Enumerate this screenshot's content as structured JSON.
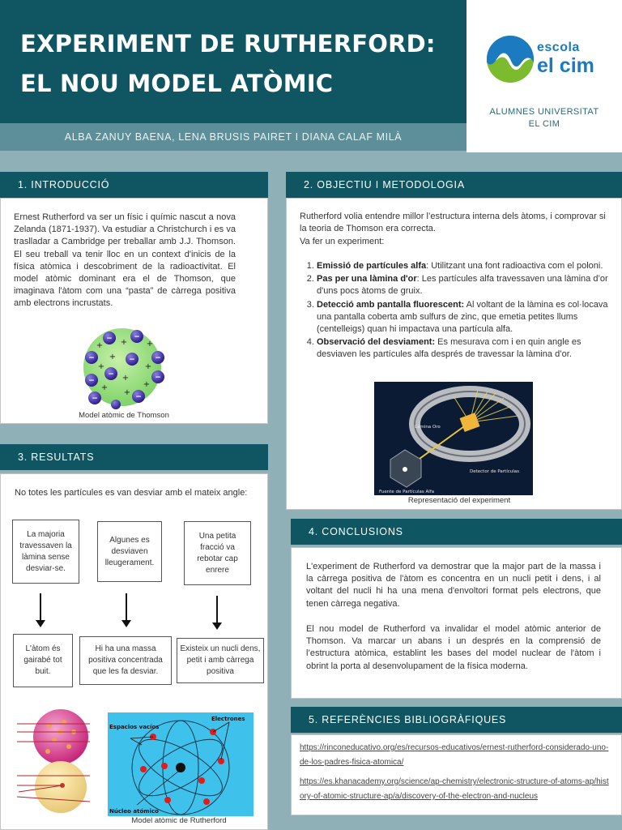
{
  "header": {
    "title_line1": "EXPERIMENT DE RUTHERFORD:",
    "title_line2": "EL NOU MODEL ATÒMIC",
    "authors": "ALBA ZANUY BAENA, LENA BRUSIS PAIRET I DIANA CALAF MILÀ",
    "logo_escola": "escola",
    "logo_elcim": "el cim",
    "affiliation_line1": "ALUMNES UNIVERSITAT",
    "affiliation_line2": "EL CIM"
  },
  "intro": {
    "heading": "1. INTRODUCCIÓ",
    "text": "Ernest Rutherford va ser un físic i químic nascut a nova Zelanda (1871-1937). Va estudiar a Christchurch i es va traslladar a Cambridge per treballar amb J.J. Thomson. El seu treball va tenir lloc en un context d'inicis de la física atòmica i descobriment de la radioactivitat. El model atòmic dominant era el de Thomson, que imaginava l'àtom com una “pasta” de càrrega positiva amb electrons incrustats.",
    "caption": "Model atòmic de Thomson"
  },
  "objective": {
    "heading": "2. OBJECTIU I METODOLOGIA",
    "line1": "Rutherford volia entendre millor l’estructura interna dels àtoms, i comprovar si la teoria de Thomson era correcta.",
    "line2": "Va fer un experiment:",
    "steps": [
      {
        "title": "Emissió de partícules alfa",
        "text": ": Utilitzant una font radioactiva com el poloni."
      },
      {
        "title": " Pas per una làmina d'or",
        "text": ": Les partícules alfa travessaven una làmina d’or d'uns pocs  àtoms de gruix."
      },
      {
        "title": "Detecció amb pantalla fluorescent:",
        "text": " Al voltant de la làmina es col·locava una pantalla coberta amb sulfurs de zinc, que emetia petites llums (centelleigs) quan hi impactava una partícula alfa."
      },
      {
        "title": "Observació del desviament:",
        "text": " Es mesurava com i en quin angle es desviaven les partícules alfa després de travessar la làmina d’or."
      }
    ],
    "figure_labels": {
      "foil": "Lámina Oro",
      "detector": "Detector de Partículas",
      "source": "Fuente de Partículas Alfa"
    },
    "caption": "Representació del experiment"
  },
  "results": {
    "heading": "3. RESULTATS",
    "intro": "No totes les partícules es van desviar amb el mateix angle:",
    "observations": [
      "La majoria travessaven la làmina sense desviar-se.",
      "Algunes es desviaven lleugerament.",
      "Una petita fracció va rebotar cap enrere"
    ],
    "conclusions": [
      "L'àtom és gairabé tot buit.",
      "Hi ha una massa positiva concentrada que les fa desviar.",
      "Existeix un nucli dens, petit i amb càrrega positiva"
    ],
    "figure_labels": {
      "spaces": "Espacios vacíos",
      "electrons": "Electrones",
      "nucleus": "Núcleo atómico"
    },
    "caption": "Model atòmic de Rutherford"
  },
  "conclusions": {
    "heading": "4. CONCLUSIONS",
    "p1": "L'experiment de Rutherford va demostrar que la major part de la massa i la càrrega positiva de l'àtom es concentra en un nucli petit i dens, i al voltant del nucli hi ha una mena d'envoltori format pels electrons, que tenen càrrega negativa.",
    "p2": "El nou model de Rutherford va invalidar el model atòmic anterior de Thomson. Va marcar un abans i un després en la comprensió de l’estructura atòmica, establint les bases del model nuclear de l'àtom i obrint la porta al desenvolupament de la física moderna."
  },
  "references": {
    "heading": "5. REFERÈNCIES BIBLIOGRÀFIQUES",
    "links": [
      "https://rinconeducativo.org/es/recursos-educativos/ernest-rutherford-considerado-uno-de-los-padres-fisica-atomica/",
      "https://es.khanacademy.org/science/ap-chemistry/electronic-structure-of-atoms-ap/history-of-atomic-structure-ap/a/discovery-of-the-electron-and-nucleus"
    ]
  },
  "colors": {
    "header_bg": "#0f5562",
    "band": "#5c8f9a",
    "page_bg": "#8fb0b7",
    "logo_blue": "#1b7ac0",
    "logo_green": "#7dbb2e"
  }
}
